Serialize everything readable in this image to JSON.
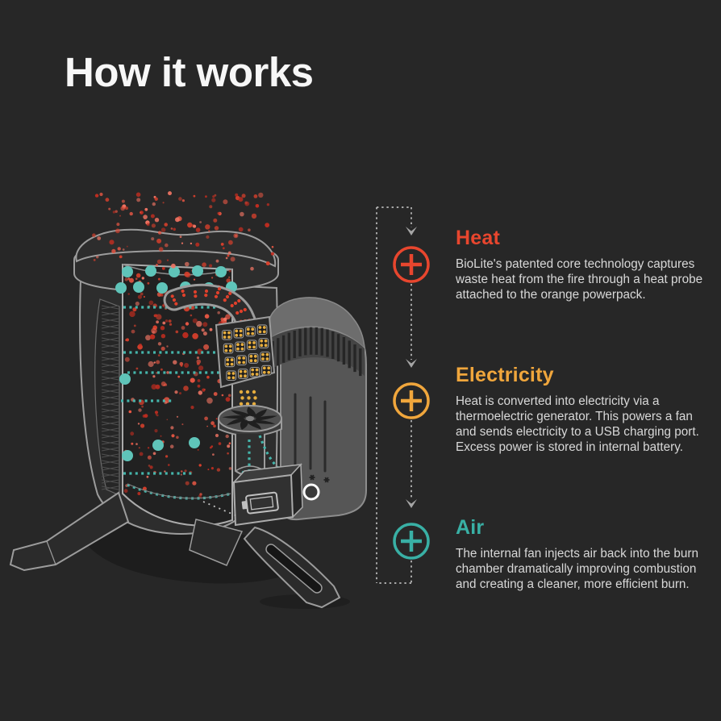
{
  "page": {
    "title": "How it works",
    "background": "#272727",
    "title_color": "#f7f7f7"
  },
  "sections": [
    {
      "id": "heat",
      "title": "Heat",
      "accent": "#e8462e",
      "icon": "plus-circle",
      "body": "BioLite's patented core technology captures\nwaste heat from the fire through a heat probe\nattached to the orange powerpack."
    },
    {
      "id": "electricity",
      "title": "Electricity",
      "accent": "#f0a63c",
      "icon": "plus-circle",
      "body": "Heat is converted into electricity via a\nthermoelectric generator. This powers a fan\nand sends electricity to a USB charging port.\nExcess power is stored in internal battery."
    },
    {
      "id": "air",
      "title": "Air",
      "accent": "#39b0a5",
      "icon": "plus-circle",
      "body": "The internal fan injects air back into the burn\nchamber dramatically improving combustion\nand creating a cleaner, more efficient burn."
    }
  ],
  "flow_rail": {
    "style": "dashed loop with down arrows",
    "color": "#a6a6a6"
  },
  "illustration": {
    "subject": "camp-stove-cutaway",
    "colors": {
      "outline": "#9c9c9c",
      "body": "#2d2d2d",
      "interior": "#212121",
      "spark_palette": [
        "#c22d20",
        "#d8402c",
        "#e85744",
        "#ef7463"
      ],
      "air_dots": "#45b5ab",
      "air_big_dots": "#5fc4b9",
      "led_dots": "#e6ad3e",
      "powerpack": "#565656",
      "powerpack_cap": "#6d6d6d",
      "usb_ring": "#fcfcfc",
      "shadow": "#1d1d1d"
    }
  }
}
